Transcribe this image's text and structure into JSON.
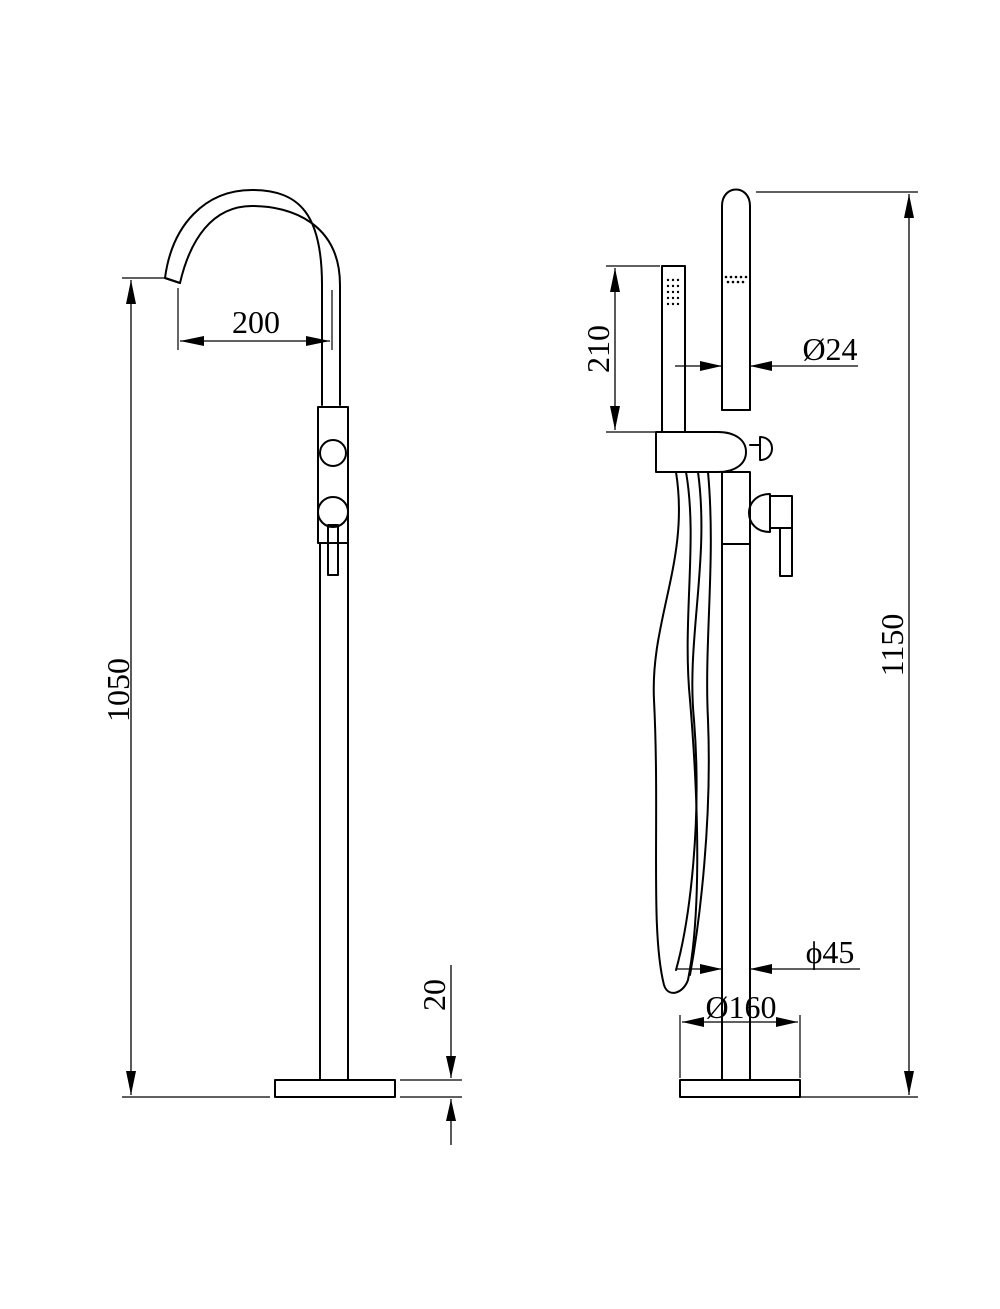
{
  "dimensions": {
    "spout_reach": "200",
    "front_height": "1050",
    "base_thickness": "20",
    "handshower_length": "210",
    "handshower_diameter": "Ø24",
    "total_height": "1150",
    "column_diameter": "ϕ45",
    "base_diameter": "Ø160"
  },
  "colors": {
    "line": "#000000",
    "background": "#ffffff"
  }
}
